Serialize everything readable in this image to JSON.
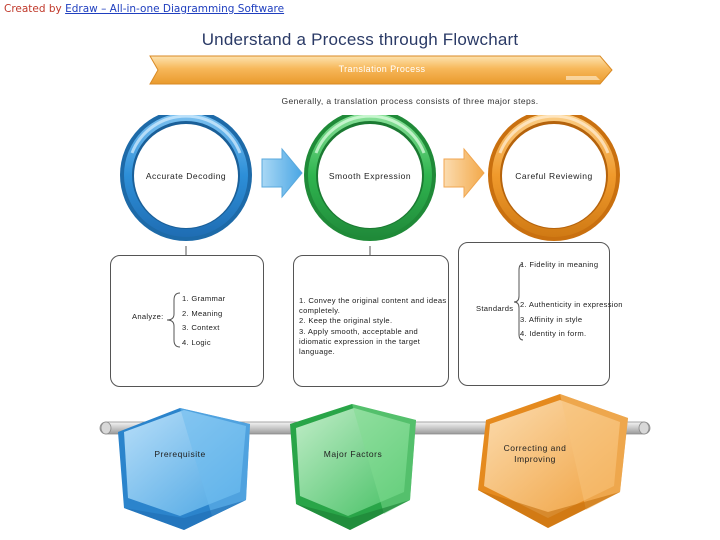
{
  "credit": {
    "prefix": "Created by ",
    "link_text": "Edraw – All-in-one Diagramming Software"
  },
  "title": "Understand a Process through Flowchart",
  "banner_label": "Translation Process",
  "intro": "Generally, a translation process consists of three major steps.",
  "steps": [
    {
      "label": "Accurate Decoding",
      "color": "#2d8fd8"
    },
    {
      "label": "Smooth Expression",
      "color": "#2fb54f"
    },
    {
      "label": "Careful Reviewing",
      "color": "#f09a2c"
    }
  ],
  "decoding_box": {
    "analyze_label": "Analyze:",
    "items": [
      "1. Grammar",
      "2. Meaning",
      "3. Context",
      "4. Logic"
    ]
  },
  "expression_box": {
    "lines": [
      "1. Convey the original content and ideas",
      "completely.",
      "2. Keep the original style.",
      "3. Apply smooth, acceptable and",
      "idiomatic expression in the target",
      "language."
    ]
  },
  "reviewing_box": {
    "standards_label": "Standards",
    "items": [
      "1. Fidelity in meaning",
      "2. Authenticity in expression",
      "3. Affinity in style",
      "4. Identity in form."
    ]
  },
  "bottom": {
    "prerequisite": "Prerequisite",
    "major_factors": "Major Factors",
    "correcting_line1": "Correcting and",
    "correcting_line2": "Improving"
  },
  "colors": {
    "blue": "#2d8fd8",
    "green": "#2fb54f",
    "orange": "#f09a2c",
    "banner": "#f7b85a"
  }
}
